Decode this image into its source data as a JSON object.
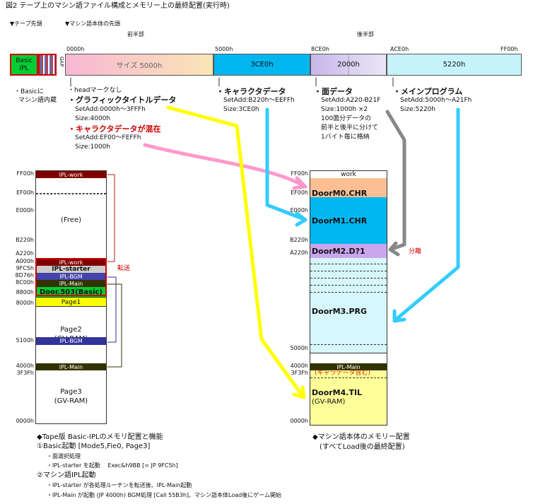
{
  "title": "図2 テープ上のマシン語ファイル構成とメモリー上の最終配置(実行時)",
  "tape": {
    "marker_tape_start": "▼テープ先頭",
    "marker_mc_start": "▼マシン語本体の先頭",
    "first_half": "前半部",
    "second_half": "後半部",
    "basic_block": "Basic\nIPL",
    "gap": "GAP",
    "addr": [
      "0000h",
      "5000h",
      "8CE0h",
      "ACE0h",
      "FF00h"
    ],
    "seg1": "サイズ 5000h",
    "seg2": "3CE0h",
    "seg3": "2000h",
    "seg4": "5220h",
    "colors": {
      "seg1": "#f9c8dd",
      "seg2": "#00b6ee",
      "seg3": "#cfc3ee",
      "seg4": "#c7f3fb",
      "basic": "#00cc33"
    }
  },
  "notes": {
    "basic": [
      "・Basicに",
      "マシン語内蔵"
    ],
    "col1": [
      "・headマークなし",
      "・グラフィックタイトルデータ",
      "SetAdd:0000h～3FFFh",
      "Size:4000h",
      "・キャラクタデータが混在",
      "SetAdd:EF00～FEFFh",
      "Size:1000h"
    ],
    "col2": [
      "・キャラクタデータ",
      "SetAdd:B220h～EEFFh",
      "Size:3CE0h"
    ],
    "col3": [
      "・面データ",
      "SetAdd:A220-B21F",
      "Size:1000h ×2",
      "100面分データの",
      "前半と後半に分けて",
      "1バイト毎に格納"
    ],
    "col4": [
      "・メインプログラム",
      "SetAdd:5000h～A21Fh",
      "Size:5220h"
    ]
  },
  "left_map": {
    "addrs": [
      "FF00h",
      "EF00h",
      "E000h",
      "B220h",
      "A220h",
      "A000h",
      "9FC5h",
      "8D76h",
      "8C00h",
      "8800h",
      "8000h",
      "5100h",
      "4000h",
      "3F3Fh",
      "0000h"
    ],
    "ipl_work": "IPL-work",
    "free": "(Free)",
    "ipl_work2": "IPL-work",
    "ipl_starter": "IPL-starter",
    "ipl_bgm": "IPL-BGM",
    "ipl_main": "IPL-Main",
    "door503": "Door.503(Basic)",
    "page1": "Page1",
    "page2": [
      "Page2",
      "(GV-RAM)"
    ],
    "ipl_bgm2": "IPL-BGM",
    "ipl_main2": "IPL-Main",
    "page3": [
      "Page3",
      "(GV-RAM)"
    ],
    "transfer": "転送"
  },
  "right_map": {
    "addrs": [
      "FF00h",
      "EF00h",
      "E000h",
      "B220h",
      "A220h",
      "5000h",
      "4000h",
      "3F3Fh",
      "0000h"
    ],
    "work": "work",
    "m0": "DoorM0.CHR",
    "m1": "DoorM1.CHR",
    "m2": "DoorM2.D?1",
    "m3": "DoorM3.PRG",
    "ipl_main": "IPL-Main",
    "chara_included": "(キャラデータ含む)",
    "m4": [
      "DoorM4.TIL",
      "(GV-RAM)"
    ],
    "split": "分離"
  },
  "bottom_left": {
    "heading": "◆Tape版 Basic-IPLのメモリ配置と機能",
    "item1": "①Basic起動 [Mode5,Fie0, Page3]",
    "item1_sub1": "・面選択処理",
    "item1_sub2": "・IPL-starter を起動　 Exec&h9BB [= JP 9FC5h]",
    "item2": "②マシン語IPL起動",
    "item2_sub1": "・IPL-starter が各処理ルーチンを転送後、IPL-Main起動",
    "item2_sub2": "・IPL-Main が起動 (JP 4000h) BGM処理 [Call 55B3h]、マシン語本体Load後にゲーム開始"
  },
  "bottom_right": {
    "heading": "◆マシン語本体のメモリー配置",
    "sub": "(すべてLoad後の最終配置)"
  }
}
